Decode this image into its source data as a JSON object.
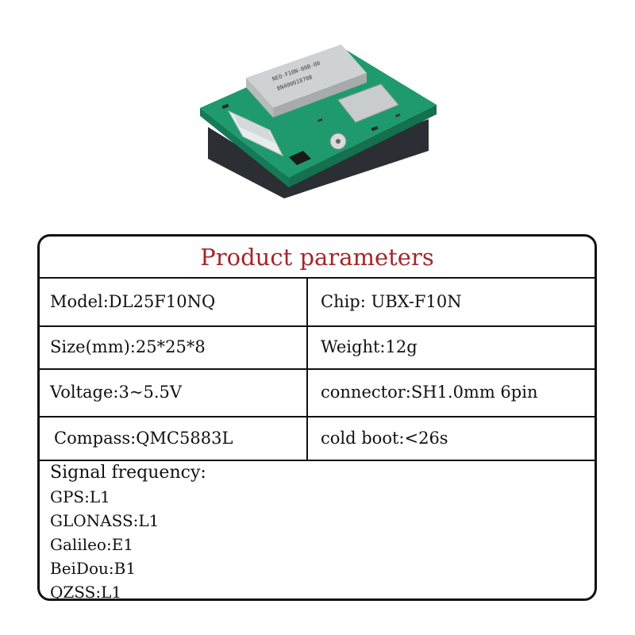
{
  "module_label": {
    "line1": "NEO-F10N-00B-00",
    "line2": "BN40001870B"
  },
  "table": {
    "title": "Product parameters",
    "rows": [
      {
        "left": "Model:DL25F10NQ",
        "right": "Chip: UBX-F10N"
      },
      {
        "left": "Size(mm):25*25*8",
        "right": "Weight:12g"
      },
      {
        "left": "Voltage:3~5.5V",
        "right": "connector:SH1.0mm 6pin"
      },
      {
        "left": "Compass:QMC5883L",
        "right": "cold boot:<26s"
      }
    ],
    "signal": {
      "heading": "Signal frequency:",
      "lines": [
        "GPS:L1",
        "GLONASS:L1",
        "Galileo:E1",
        "BeiDou:B1",
        "QZSS:L1"
      ]
    }
  }
}
